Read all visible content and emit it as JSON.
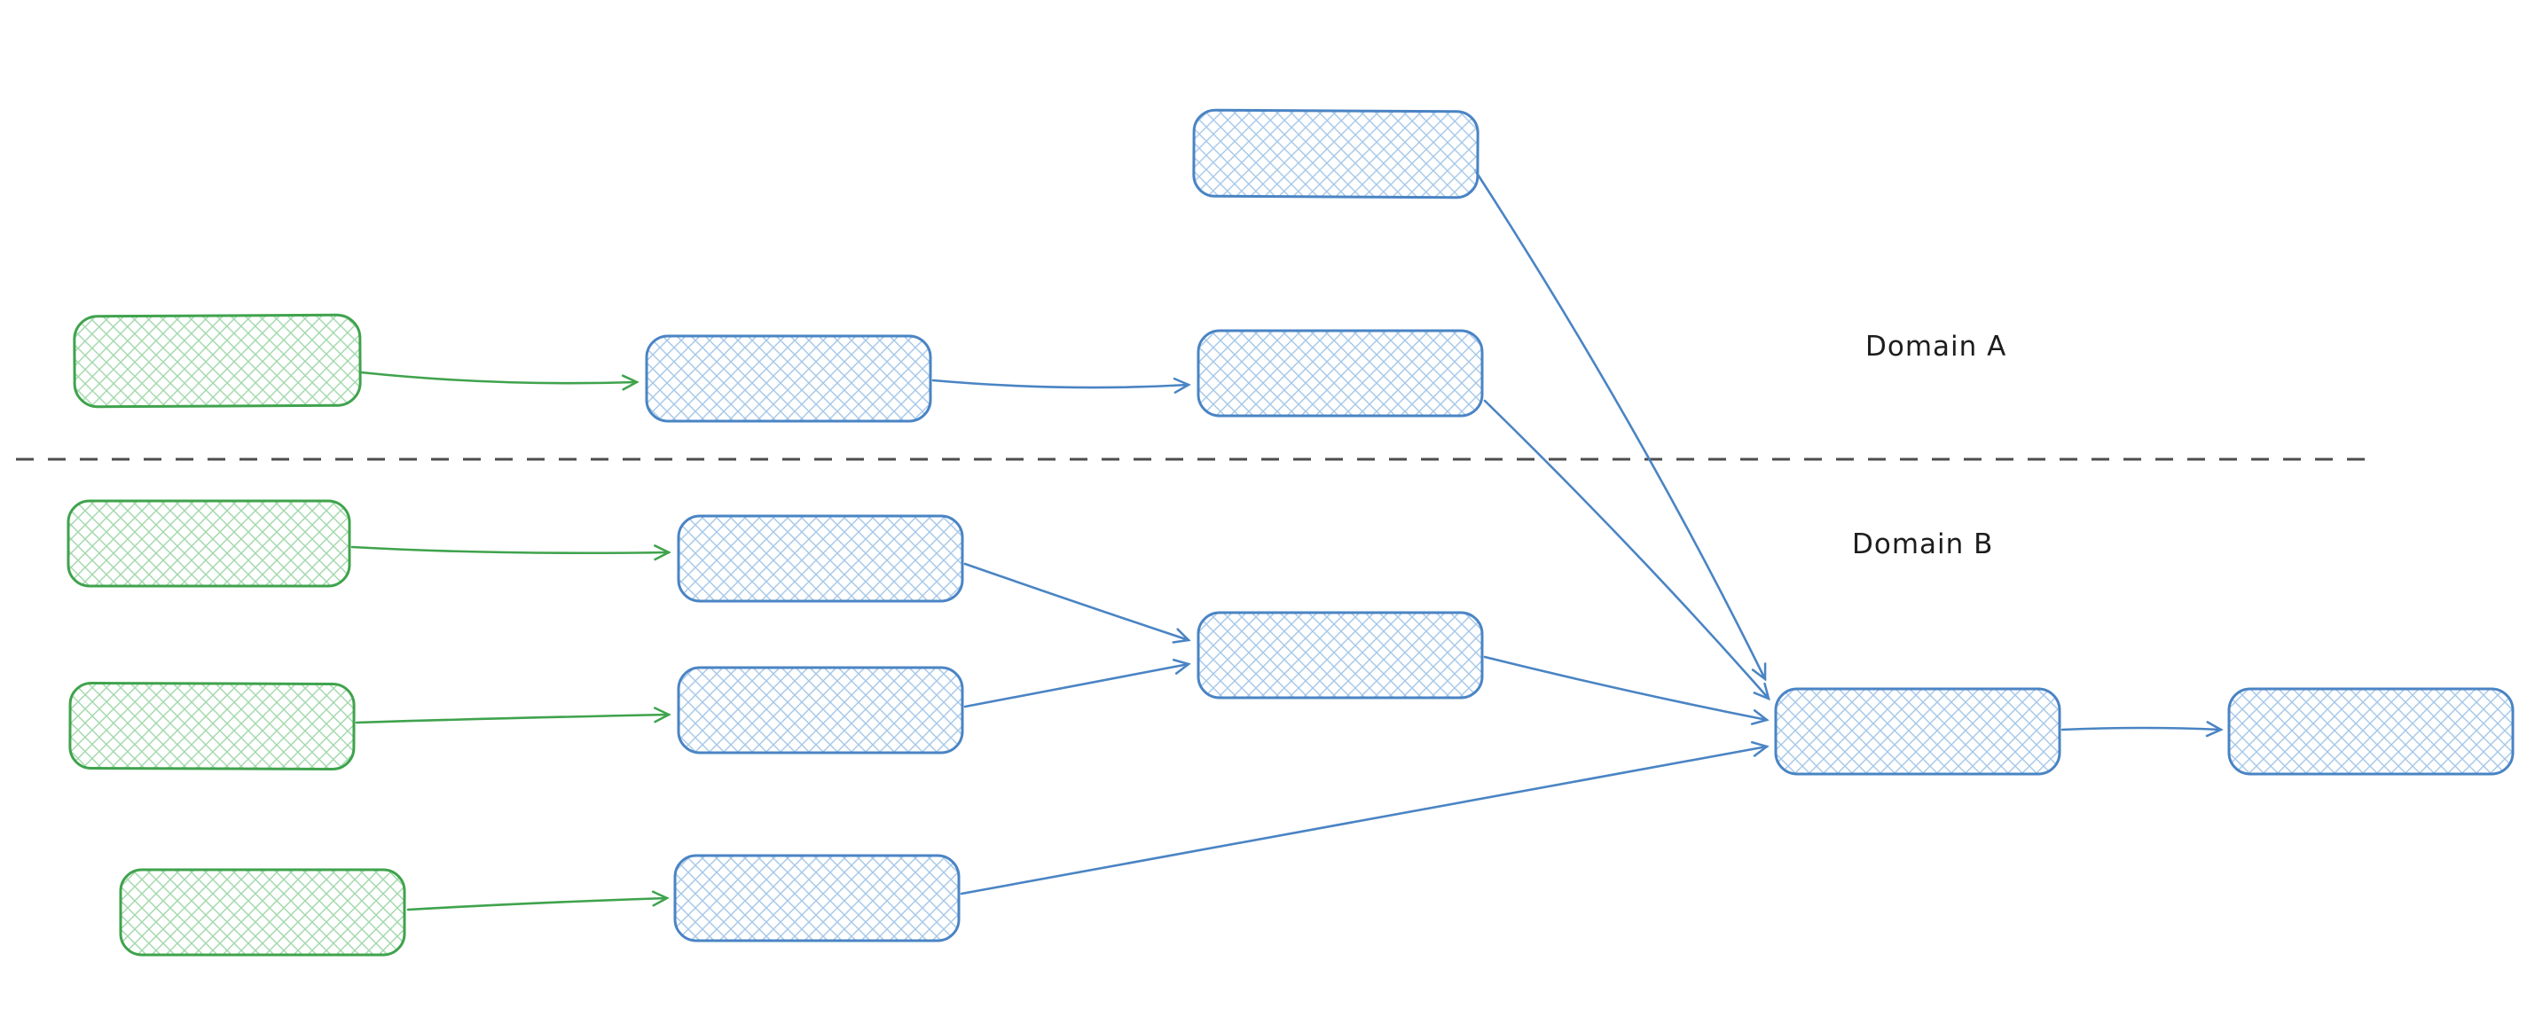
{
  "labels": {
    "domain_a": "Domain A",
    "domain_b": "Domain B"
  },
  "colors": {
    "blue_stroke": "#4a84c4",
    "blue_hatch_fill": "#a6c8e8",
    "green_stroke": "#3fa34d",
    "green_hatch_fill": "#a2d8ab",
    "divider": "#4d4d4d",
    "label_text": "#1d1d1d",
    "background": "#ffffff"
  },
  "diagram": {
    "type": "flow",
    "style": "hand-drawn whiteboard, cross-hatch filled rounded rectangles, open V arrowheads",
    "regions": [
      {
        "id": "domain-a",
        "label": "Domain A",
        "position": "above dashed divider"
      },
      {
        "id": "domain-b",
        "label": "Domain B",
        "position": "below dashed divider"
      }
    ],
    "divider": {
      "style": "dashed",
      "orientation": "horizontal"
    },
    "nodes": [
      {
        "id": "top-input",
        "color": "blue",
        "domain": "A",
        "label": ""
      },
      {
        "id": "source-a",
        "color": "green",
        "domain": "A",
        "label": ""
      },
      {
        "id": "stage-a1",
        "color": "blue",
        "domain": "A",
        "label": ""
      },
      {
        "id": "stage-a2",
        "color": "blue",
        "domain": "A",
        "label": ""
      },
      {
        "id": "source-b1",
        "color": "green",
        "domain": "B",
        "label": ""
      },
      {
        "id": "stage-b1",
        "color": "blue",
        "domain": "B",
        "label": ""
      },
      {
        "id": "source-b2",
        "color": "green",
        "domain": "B",
        "label": ""
      },
      {
        "id": "stage-b2",
        "color": "blue",
        "domain": "B",
        "label": ""
      },
      {
        "id": "merge-b",
        "color": "blue",
        "domain": "B",
        "label": ""
      },
      {
        "id": "source-b3",
        "color": "green",
        "domain": "B",
        "label": ""
      },
      {
        "id": "stage-b3",
        "color": "blue",
        "domain": "B",
        "label": ""
      },
      {
        "id": "hub",
        "color": "blue",
        "domain": "B",
        "label": ""
      },
      {
        "id": "output",
        "color": "blue",
        "domain": "B",
        "label": ""
      }
    ],
    "edges": [
      {
        "from": "source-a",
        "to": "stage-a1",
        "color": "green"
      },
      {
        "from": "stage-a1",
        "to": "stage-a2",
        "color": "blue"
      },
      {
        "from": "top-input",
        "to": "hub",
        "color": "blue"
      },
      {
        "from": "stage-a2",
        "to": "hub",
        "color": "blue"
      },
      {
        "from": "source-b1",
        "to": "stage-b1",
        "color": "green"
      },
      {
        "from": "source-b2",
        "to": "stage-b2",
        "color": "green"
      },
      {
        "from": "source-b3",
        "to": "stage-b3",
        "color": "green"
      },
      {
        "from": "stage-b1",
        "to": "merge-b",
        "color": "blue"
      },
      {
        "from": "stage-b2",
        "to": "merge-b",
        "color": "blue"
      },
      {
        "from": "merge-b",
        "to": "hub",
        "color": "blue"
      },
      {
        "from": "stage-b3",
        "to": "hub",
        "color": "blue"
      },
      {
        "from": "hub",
        "to": "output",
        "color": "blue"
      }
    ]
  }
}
